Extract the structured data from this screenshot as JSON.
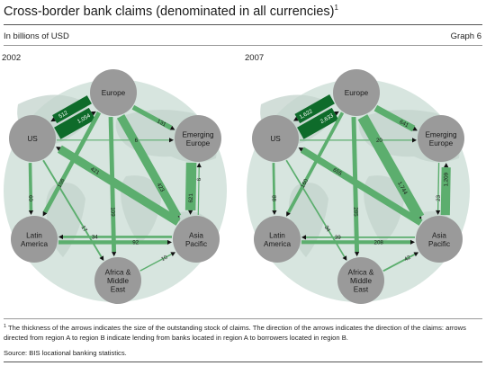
{
  "header": {
    "title": "Cross-border bank claims (denominated in all currencies)",
    "title_note": "1",
    "subtitle": "In billions of USD",
    "graph_number": "Graph 6"
  },
  "colors": {
    "background_circle": "#d7e5df",
    "node": "#9a9a9a",
    "flow_light": "#5cae6e",
    "flow_dark": "#0e6b2a",
    "map_land": "#c3d3cc"
  },
  "regions": [
    {
      "id": "europe",
      "lines": [
        "Europe"
      ]
    },
    {
      "id": "us",
      "lines": [
        "US"
      ]
    },
    {
      "id": "emerging_europe",
      "lines": [
        "Emerging",
        "Europe"
      ]
    },
    {
      "id": "latin_america",
      "lines": [
        "Latin",
        "America"
      ]
    },
    {
      "id": "asia_pacific",
      "lines": [
        "Asia",
        "Pacific"
      ]
    },
    {
      "id": "africa_middle_east",
      "lines": [
        "Africa &",
        "Middle",
        "East"
      ]
    }
  ],
  "panels": [
    {
      "year": "2002",
      "flows": [
        {
          "from": "us",
          "to": "europe",
          "value": "1,054",
          "tone": "dark"
        },
        {
          "from": "europe",
          "to": "us",
          "value": "512",
          "tone": "dark"
        },
        {
          "from": "europe",
          "to": "emerging_europe",
          "value": "131",
          "tone": "light"
        },
        {
          "from": "us",
          "to": "emerging_europe",
          "value": "6",
          "tone": "light"
        },
        {
          "from": "europe",
          "to": "asia_pacific",
          "value": "423",
          "tone": "light"
        },
        {
          "from": "asia_pacific",
          "to": "us",
          "value": "421",
          "tone": "light"
        },
        {
          "from": "asia_pacific",
          "to": "emerging_europe",
          "value": "6",
          "tone": "light"
        },
        {
          "from": "emerging_europe",
          "to": "asia_pacific",
          "value": "621",
          "tone": "light"
        },
        {
          "from": "us",
          "to": "latin_america",
          "value": "60",
          "tone": "light"
        },
        {
          "from": "europe",
          "to": "latin_america",
          "value": "108",
          "tone": "light"
        },
        {
          "from": "asia_pacific",
          "to": "latin_america",
          "value": "34",
          "tone": "light"
        },
        {
          "from": "latin_america",
          "to": "asia_pacific",
          "value": "92",
          "tone": "light"
        },
        {
          "from": "us",
          "to": "africa_middle_east",
          "value": "17",
          "tone": "light"
        },
        {
          "from": "europe",
          "to": "africa_middle_east",
          "value": "109",
          "tone": "light"
        },
        {
          "from": "africa_middle_east",
          "to": "asia_pacific",
          "value": "10",
          "tone": "light"
        }
      ]
    },
    {
      "year": "2007",
      "flows": [
        {
          "from": "europe",
          "to": "us",
          "value": "1,622",
          "tone": "dark"
        },
        {
          "from": "us",
          "to": "europe",
          "value": "2,633",
          "tone": "dark"
        },
        {
          "from": "europe",
          "to": "emerging_europe",
          "value": "641",
          "tone": "light"
        },
        {
          "from": "us",
          "to": "emerging_europe",
          "value": "20",
          "tone": "light"
        },
        {
          "from": "europe",
          "to": "asia_pacific",
          "value": "1,744",
          "tone": "light"
        },
        {
          "from": "asia_pacific",
          "to": "us",
          "value": "655",
          "tone": "light"
        },
        {
          "from": "asia_pacific",
          "to": "emerging_europe",
          "value": "1,209",
          "tone": "light"
        },
        {
          "from": "emerging_europe",
          "to": "asia_pacific",
          "value": "23",
          "tone": "light"
        },
        {
          "from": "us",
          "to": "latin_america",
          "value": "88",
          "tone": "light"
        },
        {
          "from": "europe",
          "to": "latin_america",
          "value": "160",
          "tone": "light"
        },
        {
          "from": "asia_pacific",
          "to": "latin_america",
          "value": "39",
          "tone": "light"
        },
        {
          "from": "latin_america",
          "to": "asia_pacific",
          "value": "208",
          "tone": "light"
        },
        {
          "from": "us",
          "to": "africa_middle_east",
          "value": "34",
          "tone": "light"
        },
        {
          "from": "europe",
          "to": "africa_middle_east",
          "value": "285",
          "tone": "light"
        },
        {
          "from": "africa_middle_east",
          "to": "asia_pacific",
          "value": "42",
          "tone": "light"
        }
      ]
    }
  ],
  "footnote": {
    "marker": "1",
    "text": "The thickness of the arrows indicates the size of the outstanding stock of claims. The direction of the arrows indicates the direction of the claims: arrows directed from region A to region B indicate lending from banks located in region A to borrowers located in region B."
  },
  "source": "Source: BIS locational banking statistics."
}
